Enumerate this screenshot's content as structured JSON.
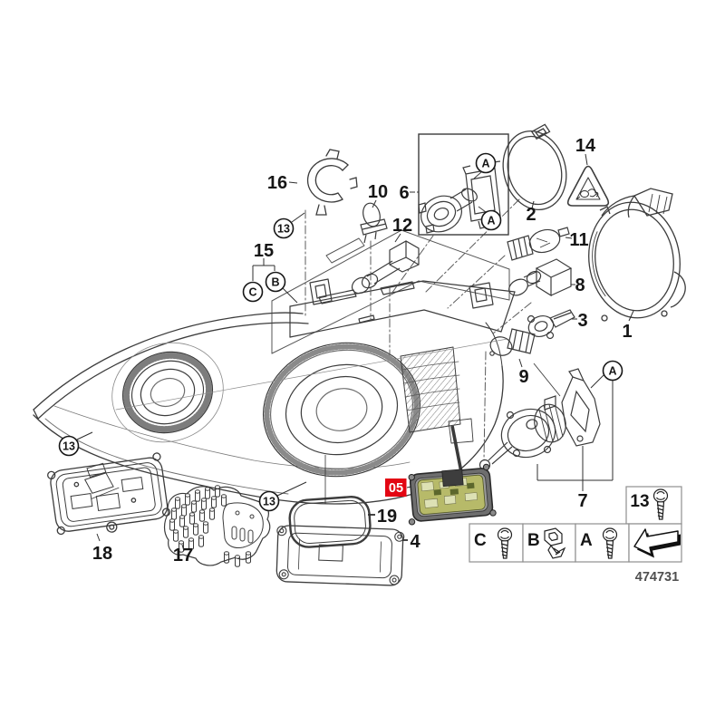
{
  "figure": {
    "type": "exploded-parts-diagram",
    "document_number": "474731",
    "background": "#ffffff",
    "line_color": "#3c3c3c"
  },
  "highlight": {
    "label": "05",
    "bg_color": "#e30613",
    "text_color": "#ffffff"
  },
  "parts": {
    "p1": "1",
    "p2": "2",
    "p3": "3",
    "p4": "4",
    "p6": "6",
    "p7": "7",
    "p8": "8",
    "p9": "9",
    "p10": "10",
    "p11": "11",
    "p12": "12",
    "p14": "14",
    "p15": "15",
    "p16": "16",
    "p17": "17",
    "p18": "18",
    "p19": "19"
  },
  "circled": {
    "c13_top": "13",
    "c13_left": "13",
    "c13_mid": "13",
    "cA_box_top": "A",
    "cA_box_bottom": "A",
    "cA_adjuster": "A",
    "cB": "B",
    "cC": "C"
  },
  "legend": {
    "fastener13_label": "13",
    "cell_c": "C",
    "cell_b": "B",
    "cell_a": "A",
    "icons": {
      "c": "screw-icon",
      "b": "clip-nut-icon",
      "a": "screw-icon",
      "fastener13": "screw-icon",
      "arrow": "direction-arrow-icon"
    }
  },
  "colors": {
    "pcb_green": "#b7ba69",
    "pcb_chip_light": "#dde1b4",
    "pcb_chip_dark": "#5c672c",
    "module_gray": "#6e6e6e",
    "legend_border": "#8f8f8f"
  }
}
